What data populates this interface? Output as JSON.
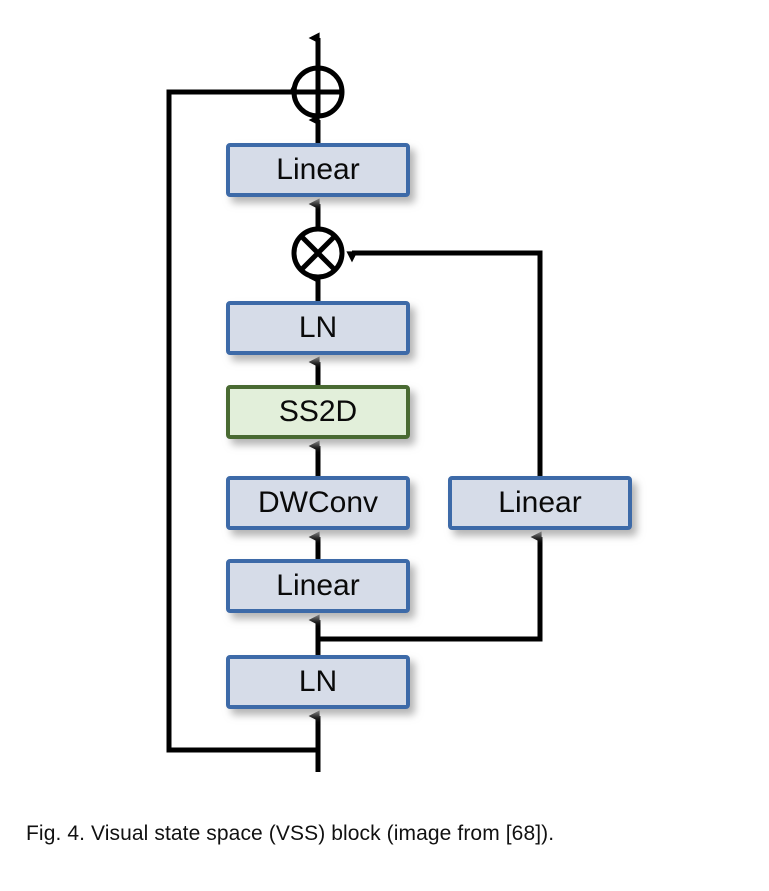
{
  "figure": {
    "caption": "Fig. 4. Visual state space (VSS) block (image from [68]).",
    "background_color": "#ffffff"
  },
  "diagram": {
    "type": "block-diagram",
    "title": "Visual state space (VSS) block",
    "styles": {
      "blue_fill": "#d6dce8",
      "blue_border": "#3e6ba8",
      "green_fill": "#e2efda",
      "green_border": "#4a6b31",
      "line_color": "#000000",
      "shadow_color": "#b9b9b9"
    },
    "nodes": [
      {
        "id": "ln-bottom",
        "label": "LN",
        "kind": "blue-block"
      },
      {
        "id": "linear-main",
        "label": "Linear",
        "kind": "blue-block"
      },
      {
        "id": "dwconv",
        "label": "DWConv",
        "kind": "blue-block"
      },
      {
        "id": "ss2d",
        "label": "SS2D",
        "kind": "green-block"
      },
      {
        "id": "ln-top",
        "label": "LN",
        "kind": "blue-block"
      },
      {
        "id": "linear-out",
        "label": "Linear",
        "kind": "blue-block"
      },
      {
        "id": "linear-gate",
        "label": "Linear",
        "kind": "blue-block"
      },
      {
        "id": "multiply-node",
        "label": "⊗",
        "kind": "operator",
        "operator": "multiply"
      },
      {
        "id": "add-node",
        "label": "⊕",
        "kind": "operator",
        "operator": "add"
      }
    ],
    "operators": {
      "multiply_symbol": "multiply-circle-cross",
      "add_symbol": "add-circle-plus"
    },
    "edges": [
      {
        "from": "input",
        "to": "ln-bottom"
      },
      {
        "from": "ln-bottom",
        "to": "linear-main"
      },
      {
        "from": "linear-main",
        "to": "dwconv"
      },
      {
        "from": "dwconv",
        "to": "ss2d"
      },
      {
        "from": "ss2d",
        "to": "ln-top"
      },
      {
        "from": "ln-top",
        "to": "multiply-node"
      },
      {
        "from": "multiply-node",
        "to": "linear-out"
      },
      {
        "from": "linear-out",
        "to": "add-node"
      },
      {
        "from": "trunk-branch",
        "to": "linear-gate"
      },
      {
        "from": "linear-gate",
        "to": "multiply-node"
      },
      {
        "from": "input",
        "to": "add-node",
        "kind": "skip-connection"
      },
      {
        "from": "add-node",
        "to": "output"
      }
    ]
  }
}
